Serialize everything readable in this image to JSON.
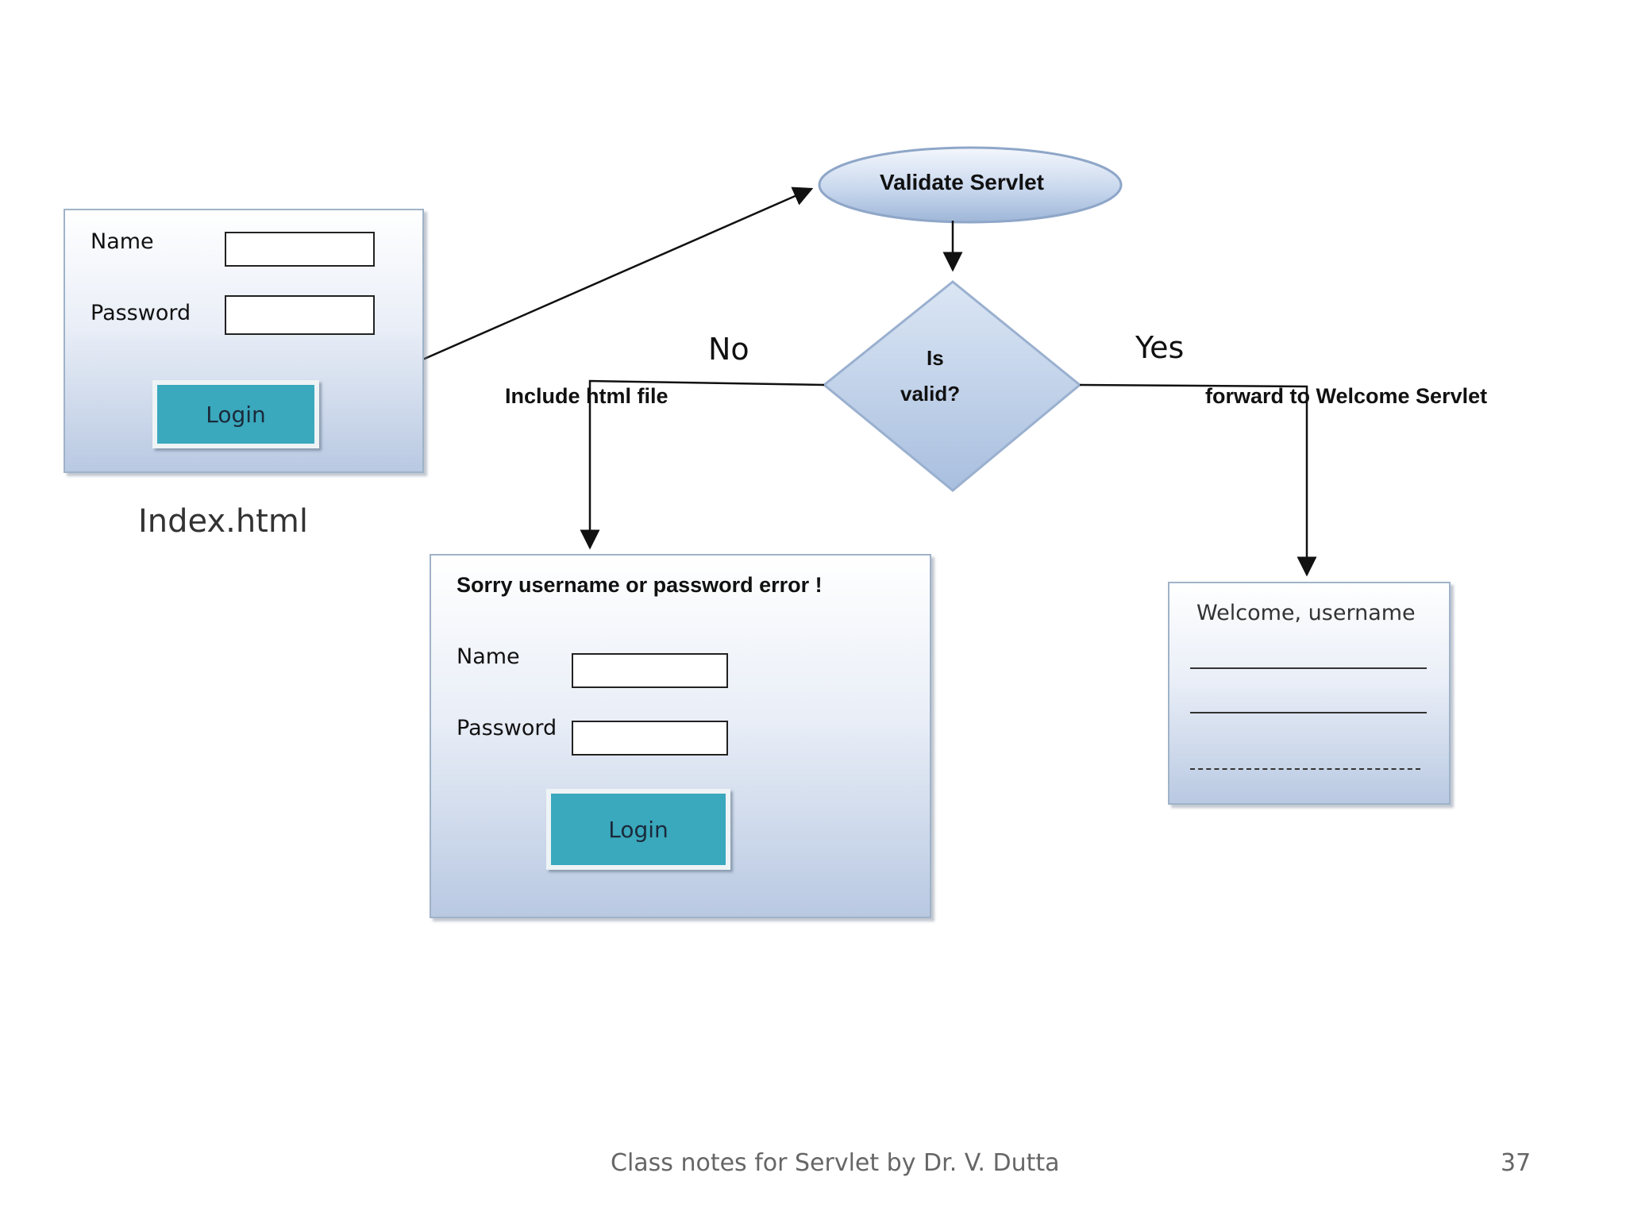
{
  "index_form": {
    "name_label": "Name",
    "password_label": "Password",
    "login_label": "Login",
    "caption": "Index.html"
  },
  "validate_node": {
    "label": "Validate Servlet"
  },
  "decision_node": {
    "line1": "Is",
    "line2": "valid?"
  },
  "branch_no": {
    "label": "No",
    "action": "Include html file"
  },
  "branch_yes": {
    "label": "Yes",
    "action": "forward to Welcome Servlet"
  },
  "error_form": {
    "message": "Sorry username or password error !",
    "name_label": "Name",
    "password_label": "Password",
    "login_label": "Login"
  },
  "welcome_panel": {
    "message": "Welcome, username"
  },
  "footer": {
    "text": "Class notes for Servlet by Dr. V. Dutta",
    "page_number": "37"
  },
  "colors": {
    "button": "#3aa8bd",
    "shape_fill": "#c5d4ea",
    "panel_border": "#9fb3c8"
  }
}
